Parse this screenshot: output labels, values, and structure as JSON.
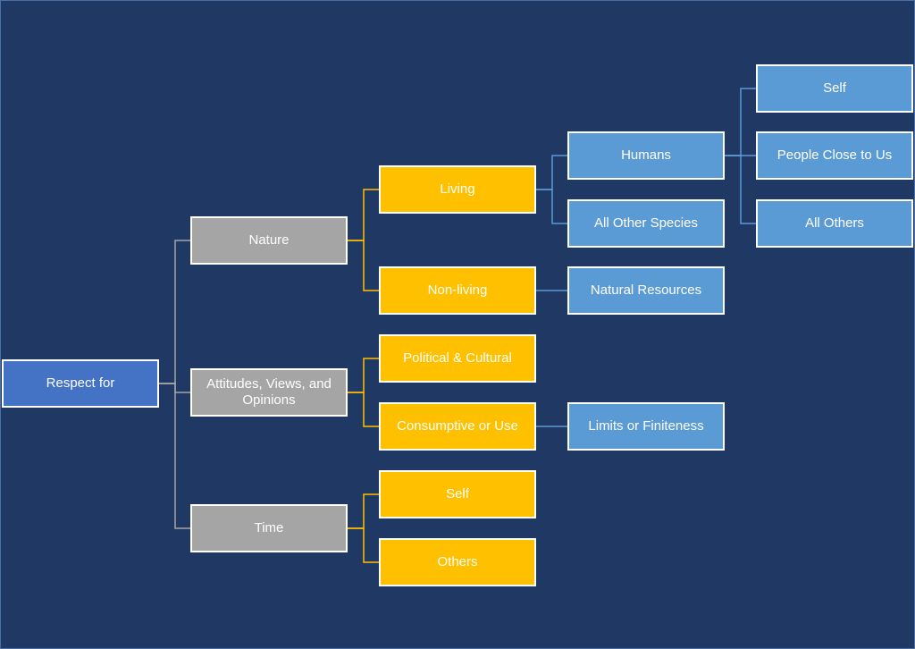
{
  "diagram": {
    "root": {
      "label": "Respect for"
    },
    "level1": [
      {
        "id": "nature",
        "label": "Nature"
      },
      {
        "id": "attitudes",
        "label": "Attitudes, Views, and Opinions"
      },
      {
        "id": "time",
        "label": "Time"
      }
    ],
    "level2": [
      {
        "id": "living",
        "label": "Living",
        "parent": "nature"
      },
      {
        "id": "nonliving",
        "label": "Non-living",
        "parent": "nature"
      },
      {
        "id": "political",
        "label": "Political & Cultural",
        "parent": "attitudes"
      },
      {
        "id": "consumptive",
        "label": "Consumptive or Use",
        "parent": "attitudes"
      },
      {
        "id": "time_self",
        "label": "Self",
        "parent": "time"
      },
      {
        "id": "time_others",
        "label": "Others",
        "parent": "time"
      }
    ],
    "level3": [
      {
        "id": "humans",
        "label": "Humans",
        "parent": "living"
      },
      {
        "id": "other_species",
        "label": "All Other Species",
        "parent": "living"
      },
      {
        "id": "natural_resources",
        "label": "Natural Resources",
        "parent": "nonliving"
      },
      {
        "id": "limits",
        "label": "Limits or Finiteness",
        "parent": "consumptive"
      }
    ],
    "level4": [
      {
        "id": "h_self",
        "label": "Self",
        "parent": "humans"
      },
      {
        "id": "people_close",
        "label": "People Close to Us",
        "parent": "humans"
      },
      {
        "id": "all_others",
        "label": "All Others",
        "parent": "humans"
      }
    ],
    "colors": {
      "background": "#203864",
      "root": "#4472c4",
      "level1": "#a5a5a5",
      "level2": "#ffc000",
      "level3": "#5b9bd5",
      "connector_gray": "#a5a5a5",
      "connector_gold": "#ffc000",
      "connector_blue": "#5b9bd5"
    }
  }
}
